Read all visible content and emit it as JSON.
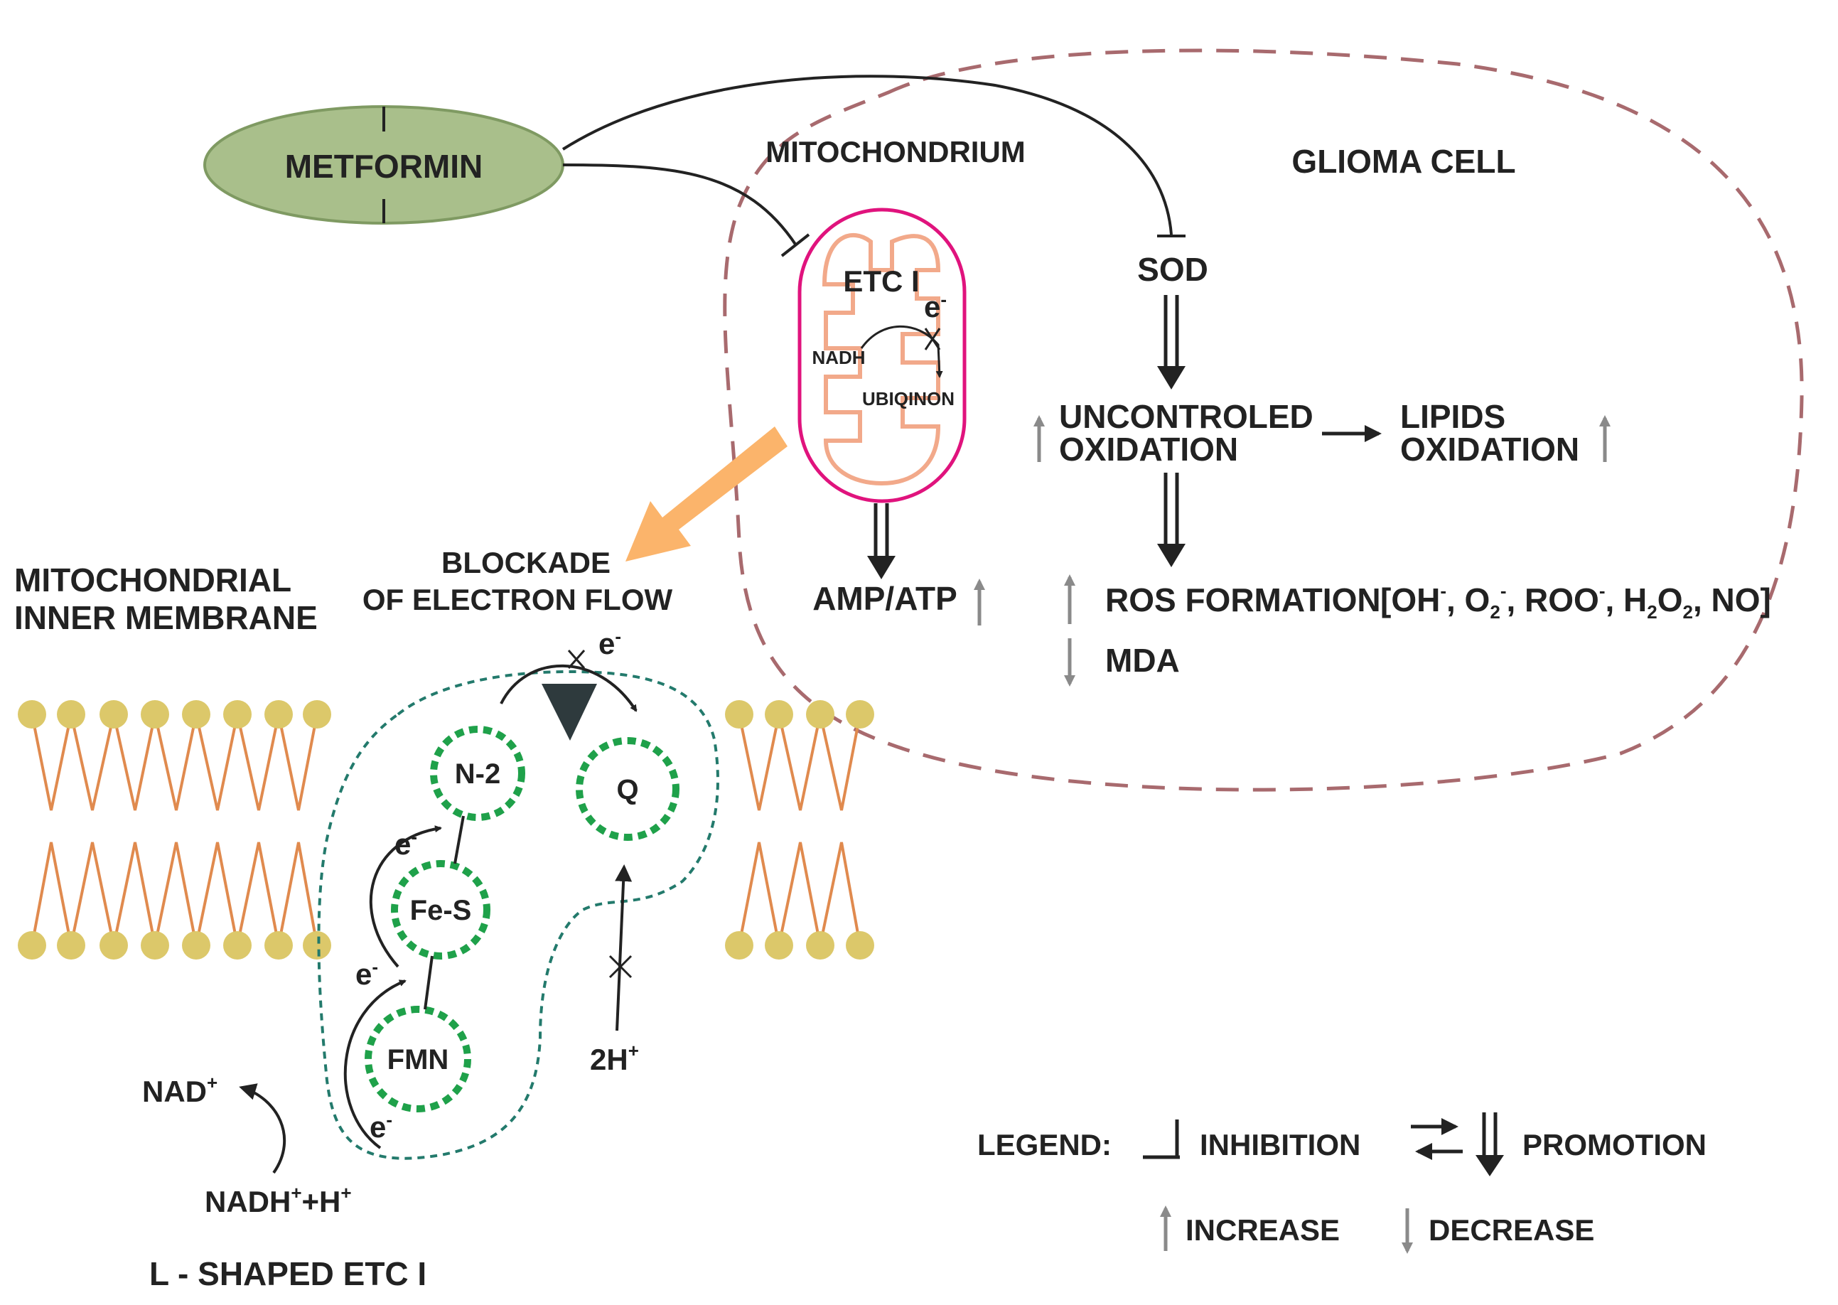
{
  "labels": {
    "metformin": "METFORMIN",
    "mitochondrium": "MITOCHONDRIUM",
    "glioma_cell": "GLIOMA CELL",
    "etc1": "ETC I",
    "e_minus": "e",
    "nadh_small": "NADH",
    "ubiqinon": "UBIQINON",
    "sod": "SOD",
    "uncontroled_line1": "UNCONTROLED",
    "uncontroled_line2": "OXIDATION",
    "lipids_line1": "LIPIDS",
    "lipids_line2": "OXIDATION",
    "amp_atp": "AMP/ATP",
    "ros_formation": "ROS FORMATION",
    "ros_species": "[OH, O2, ROO, H2O2, NO]",
    "mda": "MDA",
    "blockade_line1": "BLOCKADE",
    "blockade_line2": "OF ELECTRON FLOW",
    "membrane_line1": "MITOCHONDRIAL",
    "membrane_line2": "INNER MEMBRANE",
    "node_n2": "N-2",
    "node_q": "Q",
    "node_fes": "Fe-S",
    "node_fmn": "FMN",
    "two_h": "2H",
    "nad": "NAD",
    "nadh_h": "NADH +H",
    "l_shaped": "L - SHAPED ETC I"
  },
  "legend": {
    "title": "LEGEND:",
    "inhibition": "INHIBITION",
    "promotion": "PROMOTION",
    "increase": "INCREASE",
    "decrease": "DECREASE"
  },
  "colors": {
    "metformin_fill": "#a9bf8b",
    "cell_border": "#a86a6e",
    "mito_border": "#e0137d",
    "mito_inner": "#f2a98a",
    "blockade_arrow": "#fbb46b",
    "node_green": "#1fa14a",
    "lipid_head": "#dcc86a",
    "lipid_tail": "#e08a4e",
    "complex_outline": "#237a6c"
  }
}
